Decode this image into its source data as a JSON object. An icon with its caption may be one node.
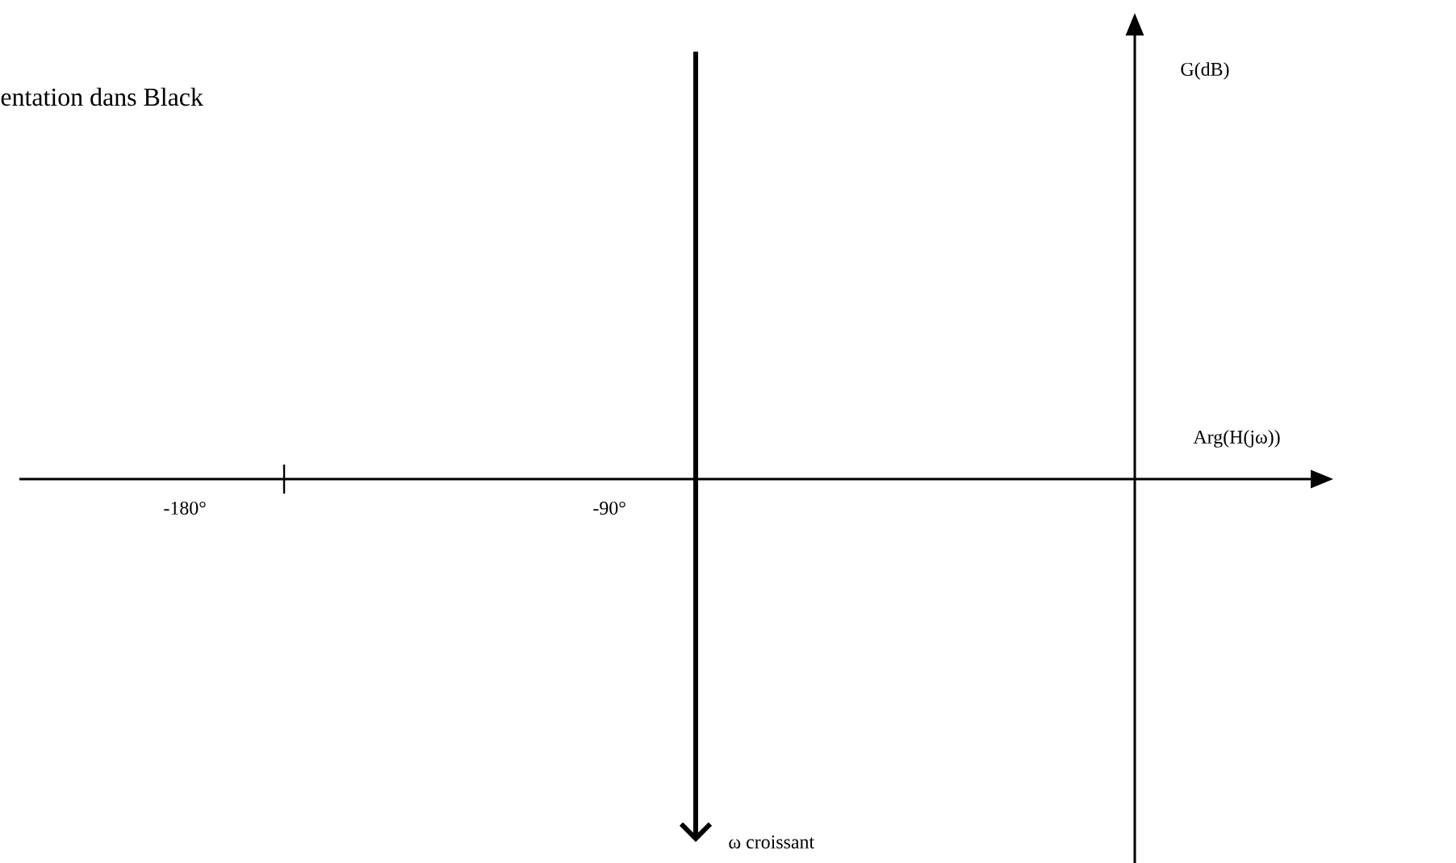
{
  "diagram": {
    "title": "entation dans Black",
    "labels": [
      "G(dB)",
      "Arg(H(jω))",
      "-180°",
      "-90°",
      "ω croissant"
    ]
  }
}
